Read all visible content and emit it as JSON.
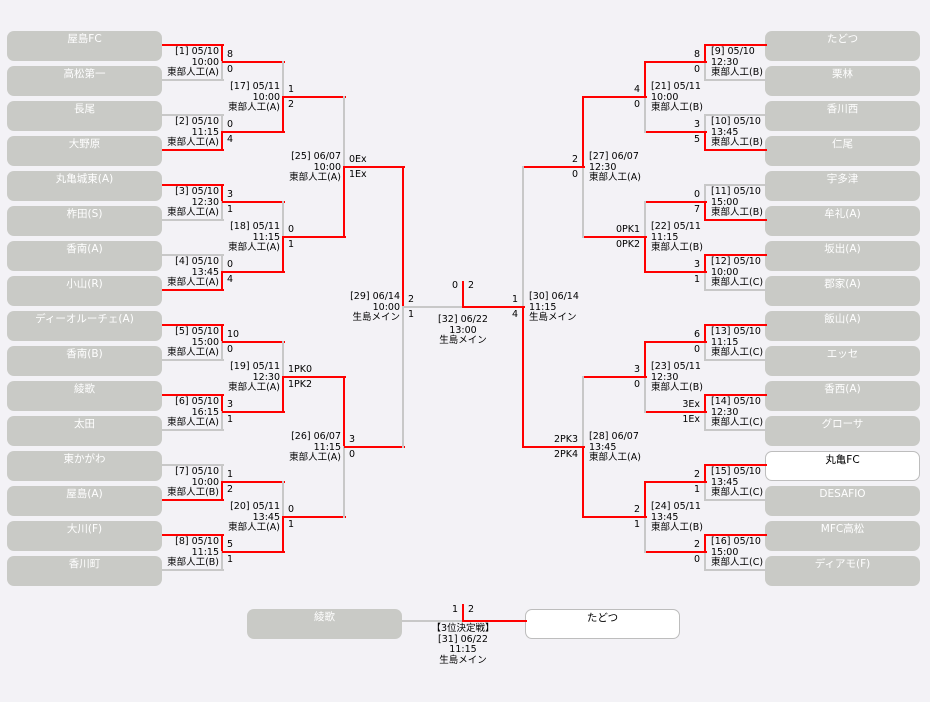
{
  "left": {
    "teams": [
      "屋島FC",
      "高松第一",
      "長尾",
      "大野原",
      "丸亀城東(A)",
      "柞田(S)",
      "香南(A)",
      "小山(R)",
      "ディーオルーチェ(A)",
      "香南(B)",
      "綾歌",
      "太田",
      "東かがわ",
      "屋島(A)",
      "大川(F)",
      "香川町"
    ],
    "r1": [
      {
        "no": "[1] 05/10",
        "time": "10:00",
        "venue": "東部人工(A)",
        "s1": "8",
        "s2": "0",
        "winner": "top"
      },
      {
        "no": "[2] 05/10",
        "time": "11:15",
        "venue": "東部人工(A)",
        "s1": "0",
        "s2": "4",
        "winner": "bottom"
      },
      {
        "no": "[3] 05/10",
        "time": "12:30",
        "venue": "東部人工(A)",
        "s1": "3",
        "s2": "1",
        "winner": "top"
      },
      {
        "no": "[4] 05/10",
        "time": "13:45",
        "venue": "東部人工(A)",
        "s1": "0",
        "s2": "4",
        "winner": "bottom"
      },
      {
        "no": "[5] 05/10",
        "time": "15:00",
        "venue": "東部人工(A)",
        "s1": "10",
        "s2": "0",
        "winner": "top"
      },
      {
        "no": "[6] 05/10",
        "time": "16:15",
        "venue": "東部人工(A)",
        "s1": "3",
        "s2": "1",
        "winner": "top"
      },
      {
        "no": "[7] 05/10",
        "time": "10:00",
        "venue": "東部人工(B)",
        "s1": "1",
        "s2": "2",
        "winner": "bottom"
      },
      {
        "no": "[8] 05/10",
        "time": "11:15",
        "venue": "東部人工(B)",
        "s1": "5",
        "s2": "1",
        "winner": "top"
      }
    ],
    "r2": [
      {
        "no": "[17] 05/11",
        "time": "10:00",
        "venue": "東部人工(A)",
        "s1": "1",
        "s2": "2",
        "winner": "bottom"
      },
      {
        "no": "[18] 05/11",
        "time": "11:15",
        "venue": "東部人工(A)",
        "s1": "0",
        "s2": "1",
        "winner": "bottom"
      },
      {
        "no": "[19] 05/11",
        "time": "12:30",
        "venue": "東部人工(A)",
        "s1": "1PK0",
        "s2": "1PK2",
        "winner": "bottom"
      },
      {
        "no": "[20] 05/11",
        "time": "13:45",
        "venue": "東部人工(A)",
        "s1": "0",
        "s2": "1",
        "winner": "bottom"
      }
    ],
    "r3": [
      {
        "no": "[25] 06/07",
        "time": "10:00",
        "venue": "東部人工(A)",
        "s1": "0Ex",
        "s2": "1Ex",
        "winner": "bottom"
      },
      {
        "no": "[26] 06/07",
        "time": "11:15",
        "venue": "東部人工(A)",
        "s1": "3",
        "s2": "0",
        "winner": "top"
      }
    ],
    "sf": [
      {
        "no": "[29] 06/14",
        "time": "10:00",
        "venue": "生島メイン",
        "s1": "2",
        "s2": "1",
        "winner": "top"
      }
    ]
  },
  "right": {
    "teams": [
      "たどつ",
      "栗林",
      "香川西",
      "仁尾",
      "宇多津",
      "牟礼(A)",
      "坂出(A)",
      "郡家(A)",
      "飯山(A)",
      "エッセ",
      "香西(A)",
      "グローサ",
      "丸亀FC",
      "DESAFIO",
      "MFC高松",
      "ディアモ(F)"
    ],
    "highlighted_team": "丸亀FC",
    "r1": [
      {
        "no": "[9] 05/10",
        "time": "12:30",
        "venue": "東部人工(B)",
        "s1": "8",
        "s2": "0",
        "winner": "top"
      },
      {
        "no": "[10] 05/10",
        "time": "13:45",
        "venue": "東部人工(B)",
        "s1": "3",
        "s2": "5",
        "winner": "bottom"
      },
      {
        "no": "[11] 05/10",
        "time": "15:00",
        "venue": "東部人工(B)",
        "s1": "0",
        "s2": "7",
        "winner": "bottom"
      },
      {
        "no": "[12] 05/10",
        "time": "10:00",
        "venue": "東部人工(C)",
        "s1": "3",
        "s2": "1",
        "winner": "top"
      },
      {
        "no": "[13] 05/10",
        "time": "11:15",
        "venue": "東部人工(C)",
        "s1": "6",
        "s2": "0",
        "winner": "top"
      },
      {
        "no": "[14] 05/10",
        "time": "12:30",
        "venue": "東部人工(C)",
        "s1": "3Ex",
        "s2": "1Ex",
        "winner": "top"
      },
      {
        "no": "[15] 05/10",
        "time": "13:45",
        "venue": "東部人工(C)",
        "s1": "2",
        "s2": "1",
        "winner": "top"
      },
      {
        "no": "[16] 05/10",
        "time": "15:00",
        "venue": "東部人工(C)",
        "s1": "2",
        "s2": "0",
        "winner": "top"
      }
    ],
    "r2": [
      {
        "no": "[21] 05/11",
        "time": "10:00",
        "venue": "東部人工(B)",
        "s1": "4",
        "s2": "0",
        "winner": "top"
      },
      {
        "no": "[22] 05/11",
        "time": "11:15",
        "venue": "東部人工(B)",
        "s1": "0PK1",
        "s2": "0PK2",
        "winner": "bottom"
      },
      {
        "no": "[23] 05/11",
        "time": "12:30",
        "venue": "東部人工(B)",
        "s1": "3",
        "s2": "0",
        "winner": "top"
      },
      {
        "no": "[24] 05/11",
        "time": "13:45",
        "venue": "東部人工(B)",
        "s1": "2",
        "s2": "1",
        "winner": "top"
      }
    ],
    "r3": [
      {
        "no": "[27] 06/07",
        "time": "12:30",
        "venue": "東部人工(A)",
        "s1": "2",
        "s2": "0",
        "winner": "top"
      },
      {
        "no": "[28] 06/07",
        "time": "13:45",
        "venue": "東部人工(A)",
        "s1": "2PK3",
        "s2": "2PK4",
        "winner": "bottom"
      }
    ],
    "sf": [
      {
        "no": "[30] 06/14",
        "time": "11:15",
        "venue": "生島メイン",
        "s1": "1",
        "s2": "4",
        "winner": "bottom"
      }
    ]
  },
  "final": {
    "no": "[32] 06/22",
    "time": "13:00",
    "venue": "生島メイン",
    "s1": "0",
    "s2": "2",
    "winner": "right"
  },
  "third_place": {
    "title": "【3位決定戦】",
    "no": "[31] 06/22",
    "time": "11:15",
    "venue": "生島メイン",
    "s1": "1",
    "s2": "2",
    "winner": "right",
    "team_left": "綾歌",
    "team_right": "たどつ"
  },
  "colors": {
    "win_line": "#ff0000",
    "lose_line": "#c8c8c8",
    "team_box": "#c9cac6",
    "background": "#f3f2f6"
  }
}
